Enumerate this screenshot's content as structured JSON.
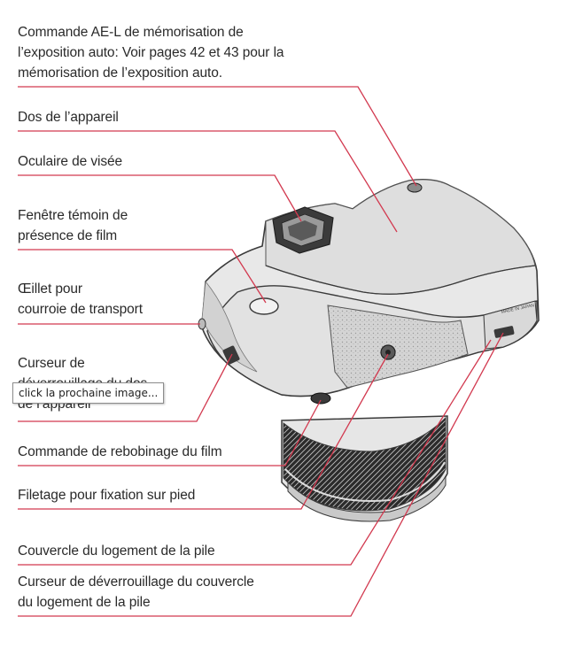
{
  "labels": {
    "ael_line1": "Commande AE-L de mémorisation de",
    "ael_line2": "l’exposition auto: Voir pages 42 et 43 pour la",
    "ael_line3": "mémorisation de l’exposition auto.",
    "back": "Dos de l’appareil",
    "eyepiece": "Oculaire de visée",
    "film_window_line1": "Fenêtre témoin de",
    "film_window_line2": "présence de film",
    "eyelet_line1": "Œillet pour",
    "eyelet_line2": "courroie de transport",
    "back_release_line1": "Curseur de",
    "back_release_line2": "déverrouillage du dos",
    "back_release_line3": "de l’appareil",
    "rewind": "Commande de rebobinage du film",
    "tripod": "Filetage pour fixation sur pied",
    "battery_cover": "Couvercle du logement de la pile",
    "battery_release_line1": "Curseur de déverrouillage du couvercle",
    "battery_release_line2": "du logement de la pile"
  },
  "tooltip": {
    "text": "click la prochaine image..."
  },
  "camera_marking": "MADE IN JAPAN",
  "colors": {
    "leader_line": "#d2394f",
    "text": "#2a2a2a",
    "outline": "#3a3a3a"
  }
}
